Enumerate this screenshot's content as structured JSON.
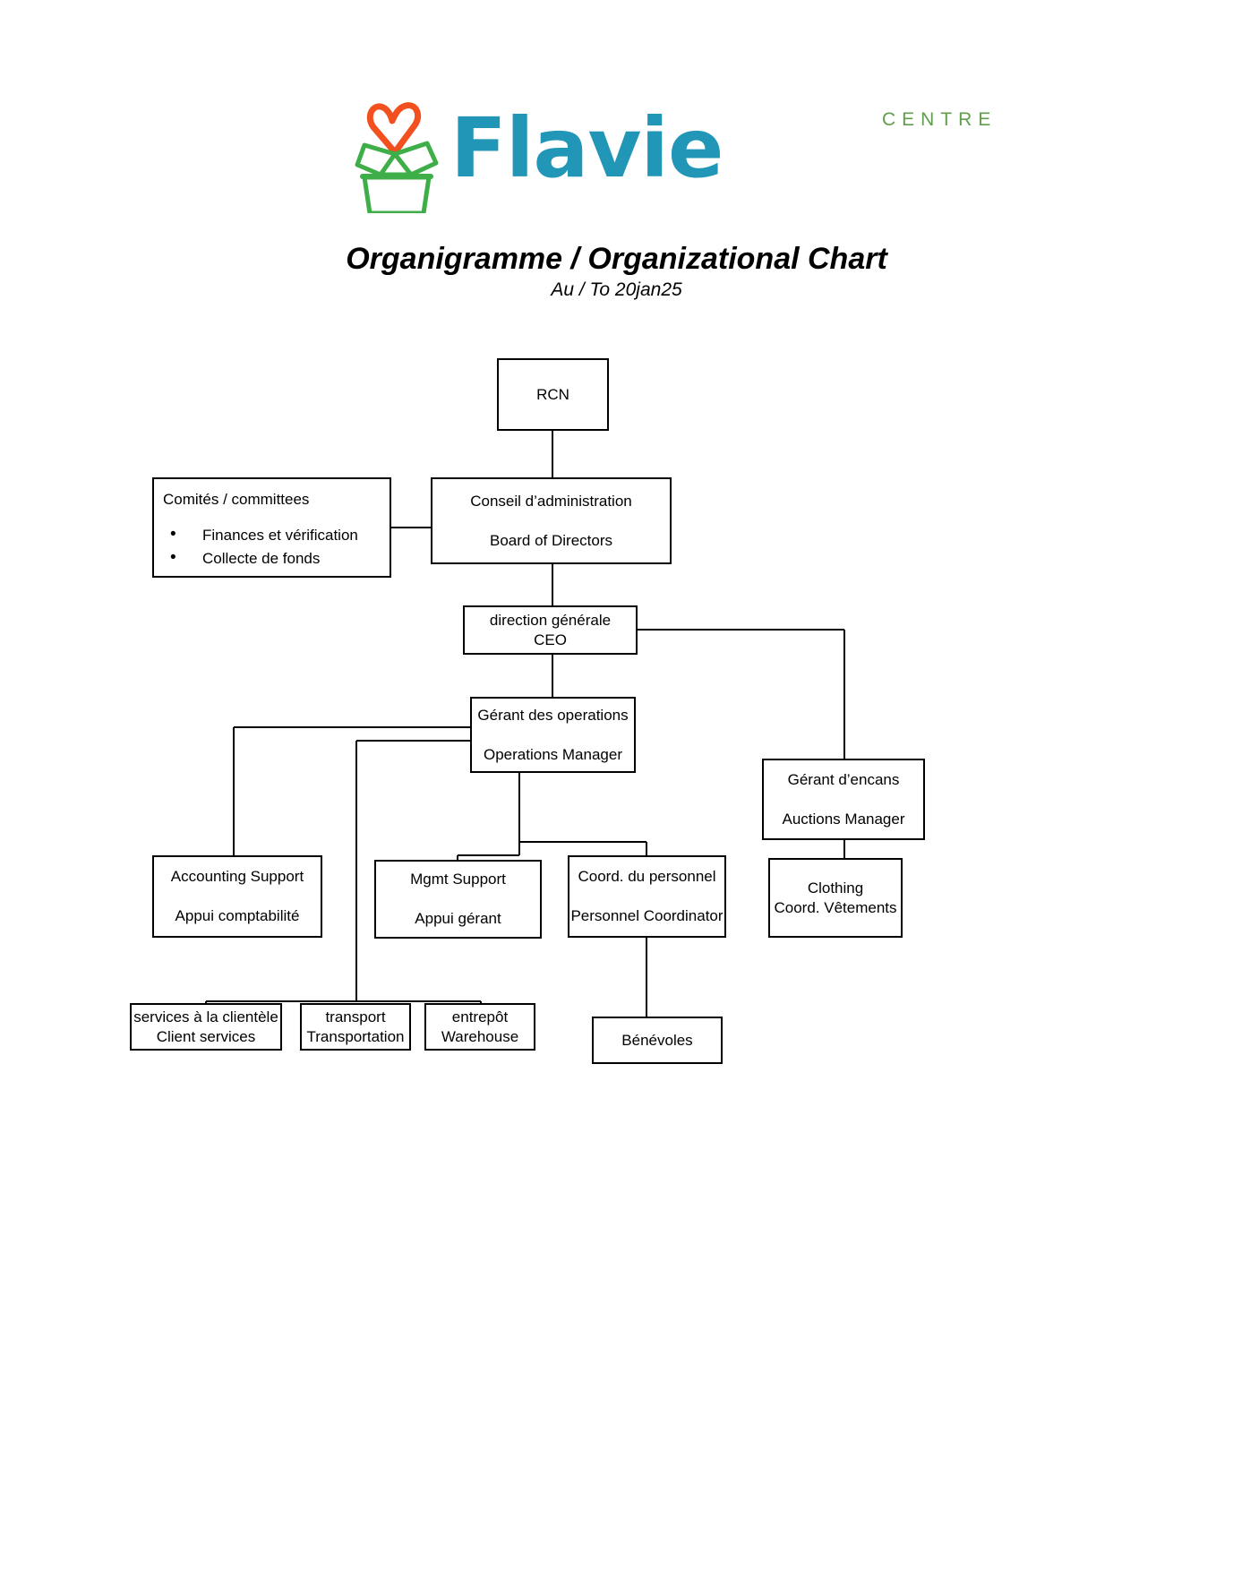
{
  "logo": {
    "brand_word": "Flavie",
    "brand_prefix": "CENTRE",
    "icon": "gift-box-with-heart-icon",
    "colors": {
      "teal": "#2196b7",
      "green": "#3eae49",
      "orange": "#f2501e",
      "centre_green": "#5f9e4a"
    }
  },
  "header": {
    "title": "Organigramme / Organizational Chart",
    "subtitle": "Au / To 20jan25"
  },
  "chart_data": {
    "type": "diagram",
    "title": "Organigramme / Organizational Chart",
    "subtitle": "Au / To 20jan25",
    "nodes": [
      {
        "id": "rcn",
        "lines": [
          "RCN"
        ]
      },
      {
        "id": "committees",
        "heading": "Comités / committees",
        "bullets": [
          "Finances et vérification",
          "Collecte de fonds"
        ]
      },
      {
        "id": "board",
        "lines": [
          "Conseil d’administration",
          "Board of Directors"
        ]
      },
      {
        "id": "ceo",
        "lines": [
          "direction générale",
          "CEO"
        ]
      },
      {
        "id": "operations",
        "lines": [
          "Gérant des operations",
          "Operations Manager"
        ]
      },
      {
        "id": "auctions",
        "lines": [
          "Gérant d’encans",
          "Auctions Manager"
        ]
      },
      {
        "id": "accounting",
        "lines": [
          "Accounting Support",
          "Appui comptabilité"
        ]
      },
      {
        "id": "mgmt",
        "lines": [
          "Mgmt Support",
          "Appui gérant"
        ]
      },
      {
        "id": "personnel",
        "lines": [
          "Coord. du personnel",
          "Personnel Coordinator"
        ]
      },
      {
        "id": "clothing",
        "lines": [
          "Clothing",
          "Coord. Vêtements"
        ]
      },
      {
        "id": "client",
        "lines": [
          "services à la clientèle",
          "Client services"
        ]
      },
      {
        "id": "transport",
        "lines": [
          "transport",
          "Transportation"
        ]
      },
      {
        "id": "warehouse",
        "lines": [
          "entrepôt",
          "Warehouse"
        ]
      },
      {
        "id": "volunteers",
        "lines": [
          "Bénévoles"
        ]
      }
    ],
    "edges": [
      {
        "from": "rcn",
        "to": "board"
      },
      {
        "from": "board",
        "to": "committees"
      },
      {
        "from": "board",
        "to": "ceo"
      },
      {
        "from": "ceo",
        "to": "operations"
      },
      {
        "from": "ceo",
        "to": "auctions"
      },
      {
        "from": "operations",
        "to": "accounting"
      },
      {
        "from": "operations",
        "to": "mgmt"
      },
      {
        "from": "operations",
        "to": "personnel"
      },
      {
        "from": "auctions",
        "to": "clothing"
      },
      {
        "from": "mgmt",
        "to": "client"
      },
      {
        "from": "mgmt",
        "to": "transport"
      },
      {
        "from": "mgmt",
        "to": "warehouse"
      },
      {
        "from": "personnel",
        "to": "volunteers"
      }
    ]
  }
}
